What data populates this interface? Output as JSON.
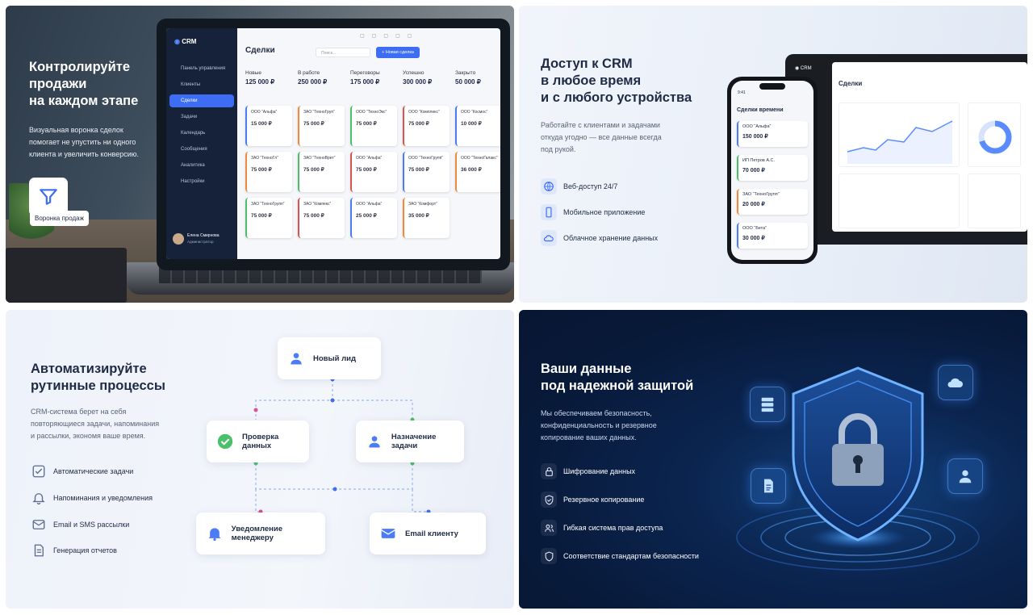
{
  "panel1": {
    "heading": "Контролируйте\nпродажи\nна каждом этапе",
    "text": "Визуальная воронка сделок\nпомогает не упустить ни одного\nклиента и увеличить конверсию.",
    "badge_label": "Воронка продаж",
    "app": {
      "logo": "CRM",
      "page_title": "Сделки",
      "search_placeholder": "Поиск...",
      "new_deal": "+ Новая сделка",
      "nav": [
        "Панель управления",
        "Клиенты",
        "Сделки",
        "Задачи",
        "Календарь",
        "Сообщения",
        "Аналитика",
        "Настройки"
      ],
      "user_name": "Елена Смирнова",
      "user_role": "Администратор",
      "columns": [
        {
          "title": "Новые",
          "sum": "125 000 ₽",
          "cards": [
            {
              "name": "ООО “Альфа”",
              "amount": "15 000 ₽"
            },
            {
              "name": "ЗАО “ТехноГл”",
              "amount": "75 000 ₽"
            },
            {
              "name": "ЗАО “ТехноГрупп”",
              "amount": "75 000 ₽"
            }
          ]
        },
        {
          "title": "В работе",
          "sum": "250 000 ₽",
          "cards": [
            {
              "name": "ЗАО “ТехноГруп”",
              "amount": "75 000 ₽"
            },
            {
              "name": "ЗАО “ТехноВрет”",
              "amount": "75 000 ₽"
            },
            {
              "name": "ЗАО “Компекс”",
              "amount": "75 000 ₽"
            }
          ]
        },
        {
          "title": "Переговоры",
          "sum": "175 000 ₽",
          "cards": [
            {
              "name": "ООО “ТехноЭкс”",
              "amount": "75 000 ₽"
            },
            {
              "name": "ООО “Альфа”",
              "amount": "75 000 ₽"
            },
            {
              "name": "ООО “Альфа”",
              "amount": "25 000 ₽"
            }
          ]
        },
        {
          "title": "Успешно",
          "sum": "300 000 ₽",
          "cards": [
            {
              "name": "ООО “Комплекс”",
              "amount": "75 000 ₽"
            },
            {
              "name": "ООО “ТехноГрупп”",
              "amount": "75 000 ₽"
            },
            {
              "name": "ЗАО “Комфорт”",
              "amount": "35 000 ₽"
            }
          ]
        },
        {
          "title": "Закрыто",
          "sum": "50 000 ₽",
          "cards": [
            {
              "name": "ООО “Космос”",
              "amount": "10 000 ₽"
            },
            {
              "name": "ООО “ТехноГалакс”",
              "amount": "36 000 ₽"
            }
          ]
        }
      ]
    }
  },
  "panel2": {
    "heading": "Доступ к CRM\nв любое время\nи с любого устройства",
    "text": "Работайте с клиентами и задачами\nоткуда угодно — все данные всегда\nпод рукой.",
    "features": [
      "Веб-доступ 24/7",
      "Мобильное приложение",
      "Облачное хранение данных"
    ],
    "desktop_title": "Сделки",
    "phone": {
      "time": "9:41",
      "title": "Сделки времени",
      "cards": [
        {
          "name": "ООО “Альфа”",
          "amount": "150 000 ₽"
        },
        {
          "name": "ИП Петров А.С.",
          "amount": "70 000 ₽"
        },
        {
          "name": "ЗАО “ТехноГрупп”",
          "amount": "20 000 ₽"
        },
        {
          "name": "ООО “Бета”",
          "amount": "30 000 ₽"
        }
      ]
    }
  },
  "panel3": {
    "heading": "Автоматизируйте\nрутинные процессы",
    "text": "CRM-система берет на себя\nповторяющиеся задачи, напоминания\nи рассылки, экономя ваше время.",
    "features": [
      "Автоматические задачи",
      "Напоминания и уведомления",
      "Email и SMS рассылки",
      "Генерация отчетов"
    ],
    "nodes": {
      "lead": "Новый лид",
      "check": "Проверка данных",
      "assign": "Назначение задачи",
      "notify": "Уведомление менеджеру",
      "email": "Email клиенту"
    }
  },
  "panel4": {
    "heading": "Ваши данные\nпод надежной защитой",
    "text": "Мы обеспечиваем безопасность,\nконфиденциальность и резервное\nкопирование ваших данных.",
    "features": [
      "Шифрование данных",
      "Резервное копирование",
      "Гибкая система прав доступа",
      "Соответствие стандартам безопасности"
    ]
  },
  "colors": {
    "accent": "#3d6df2",
    "dark_bg": "#0b2550",
    "green": "#4cbf6b"
  }
}
